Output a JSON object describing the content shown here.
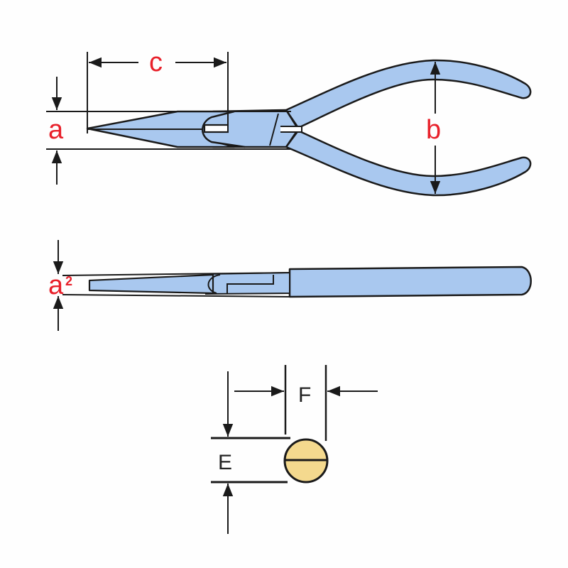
{
  "diagram": {
    "title": "Needle nose pliers dimension diagram",
    "colors": {
      "tool_fill": "#a9c8ef",
      "outline": "#1a1a1a",
      "label_red": "#e8202a",
      "label_black": "#222222",
      "section_fill": "#f4d98e"
    },
    "top_view": {
      "labels": {
        "jaw_height": "a",
        "jaw_length": "c",
        "handle_opening": "b"
      }
    },
    "side_view": {
      "labels": {
        "jaw_thickness": "a",
        "jaw_thickness_superscript": "2"
      }
    },
    "tip_section": {
      "labels": {
        "tip_height": "E",
        "tip_width": "F"
      }
    }
  }
}
